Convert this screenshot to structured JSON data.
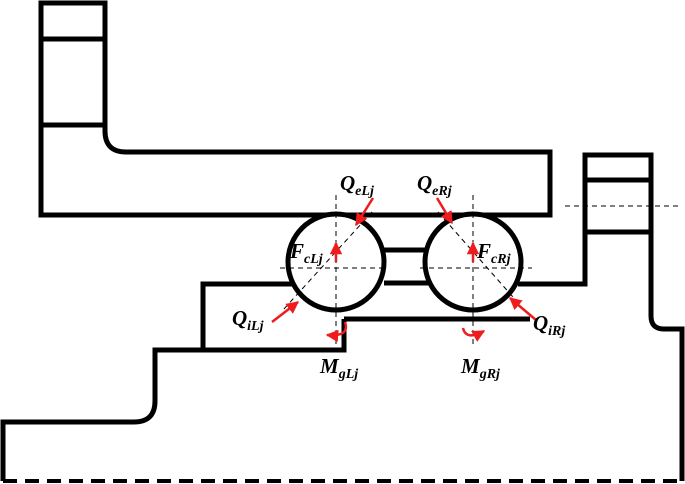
{
  "labels": {
    "q_e_left": {
      "main": "Q",
      "sub": "eLj"
    },
    "q_e_right": {
      "main": "Q",
      "sub": "eRj"
    },
    "f_c_left": {
      "main": "F",
      "sub": "cLj"
    },
    "f_c_right": {
      "main": "F",
      "sub": "cRj"
    },
    "q_i_left": {
      "main": "Q",
      "sub": "iLj"
    },
    "q_i_right": {
      "main": "Q",
      "sub": "iRj"
    },
    "m_g_left": {
      "main": "M",
      "sub": "gLj"
    },
    "m_g_right": {
      "main": "M",
      "sub": "gRj"
    }
  },
  "colors": {
    "outline": "#000000",
    "force_arrow": "#ee1c1c"
  }
}
